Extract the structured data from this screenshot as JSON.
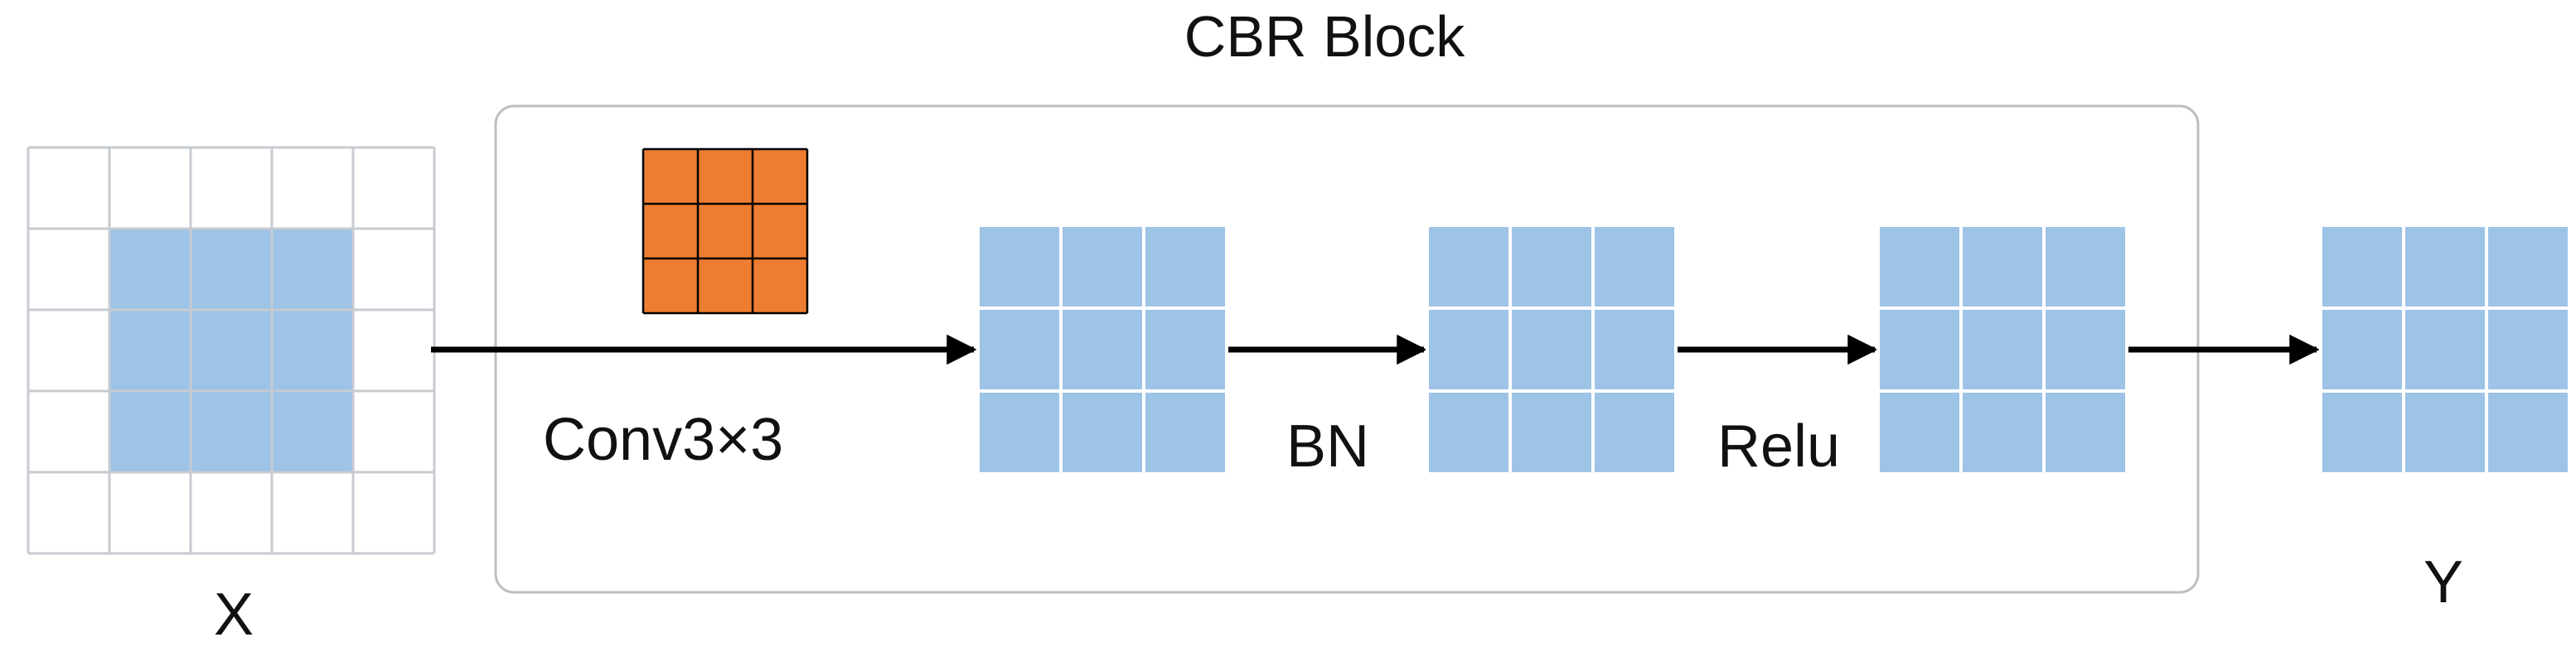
{
  "block": {
    "title": "CBR Block"
  },
  "input": {
    "label": "X"
  },
  "kernel": {
    "label": "Conv3×3"
  },
  "stages": [
    {
      "label": "BN"
    },
    {
      "label": "Relu"
    }
  ],
  "output": {
    "label": "Y"
  },
  "colors": {
    "cell_blue": "#9DC3E6",
    "kernel_orange": "#ED7D31",
    "grid_light": "#C7CBD1",
    "block_border": "#BFBFBF",
    "arrow": "#000000"
  }
}
